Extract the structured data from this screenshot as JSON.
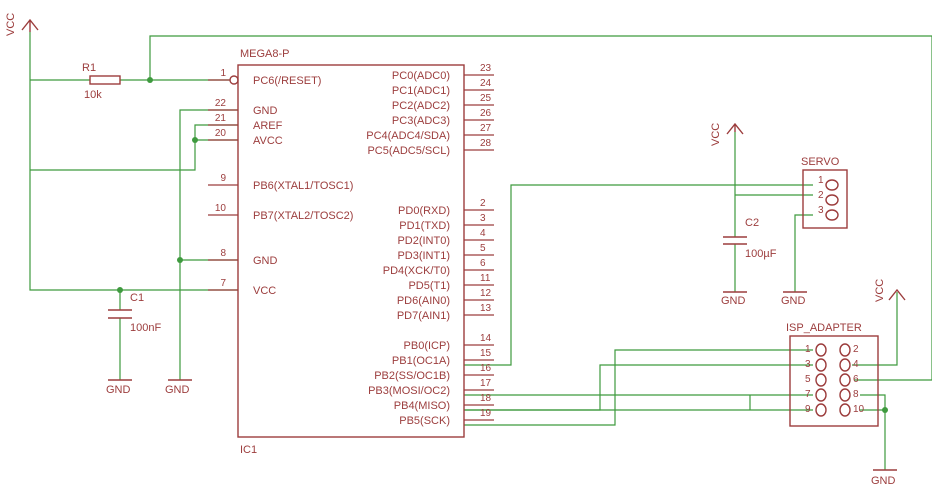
{
  "ic": {
    "name": "IC1",
    "value": "MEGA8-P",
    "left_pins": [
      {
        "num": "1",
        "label": "PC6(/RESET)"
      },
      {
        "num": "22",
        "label": "GND"
      },
      {
        "num": "21",
        "label": "AREF"
      },
      {
        "num": "20",
        "label": "AVCC"
      },
      {
        "num": "9",
        "label": "PB6(XTAL1/TOSC1)"
      },
      {
        "num": "10",
        "label": "PB7(XTAL2/TOSC2)"
      },
      {
        "num": "8",
        "label": "GND"
      },
      {
        "num": "7",
        "label": "VCC"
      }
    ],
    "right_pins": [
      {
        "num": "23",
        "label": "PC0(ADC0)"
      },
      {
        "num": "24",
        "label": "PC1(ADC1)"
      },
      {
        "num": "25",
        "label": "PC2(ADC2)"
      },
      {
        "num": "26",
        "label": "PC3(ADC3)"
      },
      {
        "num": "27",
        "label": "PC4(ADC4/SDA)"
      },
      {
        "num": "28",
        "label": "PC5(ADC5/SCL)"
      },
      {
        "num": "2",
        "label": "PD0(RXD)"
      },
      {
        "num": "3",
        "label": "PD1(TXD)"
      },
      {
        "num": "4",
        "label": "PD2(INT0)"
      },
      {
        "num": "5",
        "label": "PD3(INT1)"
      },
      {
        "num": "6",
        "label": "PD4(XCK/T0)"
      },
      {
        "num": "11",
        "label": "PD5(T1)"
      },
      {
        "num": "12",
        "label": "PD6(AIN0)"
      },
      {
        "num": "13",
        "label": "PD7(AIN1)"
      },
      {
        "num": "14",
        "label": "PB0(ICP)"
      },
      {
        "num": "15",
        "label": "PB1(OC1A)"
      },
      {
        "num": "16",
        "label": "PB2(SS/OC1B)"
      },
      {
        "num": "17",
        "label": "PB3(MOSI/OC2)"
      },
      {
        "num": "18",
        "label": "PB4(MISO)"
      },
      {
        "num": "19",
        "label": "PB5(SCK)"
      }
    ]
  },
  "r1": {
    "name": "R1",
    "value": "10k"
  },
  "c1": {
    "name": "C1",
    "value": "100nF"
  },
  "c2": {
    "name": "C2",
    "value": "100µF"
  },
  "servo": {
    "name": "SERVO",
    "pins": [
      "1",
      "2",
      "3"
    ]
  },
  "isp": {
    "name": "ISP_ADAPTER",
    "pins_left": [
      "1",
      "3",
      "5",
      "7",
      "9"
    ],
    "pins_right": [
      "2",
      "4",
      "6",
      "8",
      "10"
    ]
  },
  "supply": {
    "vcc": "VCC",
    "gnd": "GND"
  }
}
